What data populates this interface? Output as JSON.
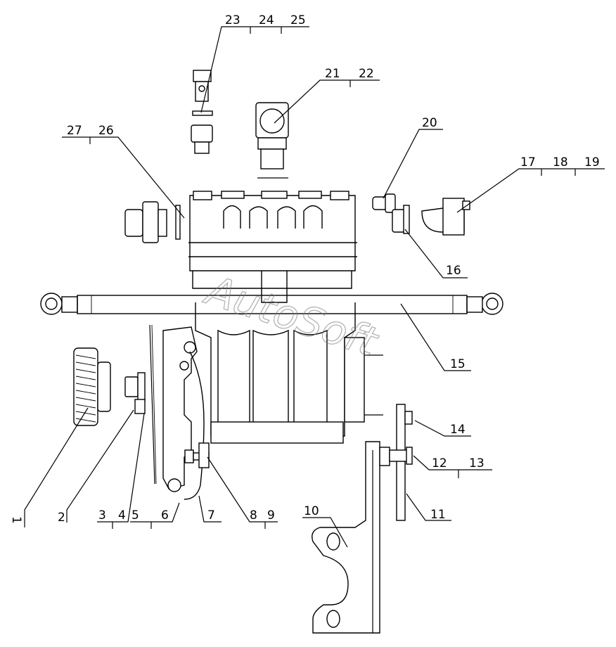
{
  "watermark": "AutoSoft",
  "callouts": [
    {
      "id": "c1",
      "labels": [
        "1"
      ]
    },
    {
      "id": "c2",
      "labels": [
        "2"
      ]
    },
    {
      "id": "c3",
      "labels": [
        "3",
        "4"
      ]
    },
    {
      "id": "c5",
      "labels": [
        "5",
        "6"
      ]
    },
    {
      "id": "c7",
      "labels": [
        "7"
      ]
    },
    {
      "id": "c8",
      "labels": [
        "8",
        "9"
      ]
    },
    {
      "id": "c10",
      "labels": [
        "10"
      ]
    },
    {
      "id": "c11",
      "labels": [
        "11"
      ]
    },
    {
      "id": "c12",
      "labels": [
        "12",
        "13"
      ]
    },
    {
      "id": "c14",
      "labels": [
        "14"
      ]
    },
    {
      "id": "c15",
      "labels": [
        "15"
      ]
    },
    {
      "id": "c16",
      "labels": [
        "16"
      ]
    },
    {
      "id": "c17",
      "labels": [
        "17",
        "18",
        "19"
      ]
    },
    {
      "id": "c20",
      "labels": [
        "20"
      ]
    },
    {
      "id": "c21",
      "labels": [
        "21",
        "22"
      ]
    },
    {
      "id": "c23",
      "labels": [
        "23",
        "24",
        "25"
      ]
    },
    {
      "id": "c27",
      "labels": [
        "27",
        "26"
      ]
    }
  ]
}
